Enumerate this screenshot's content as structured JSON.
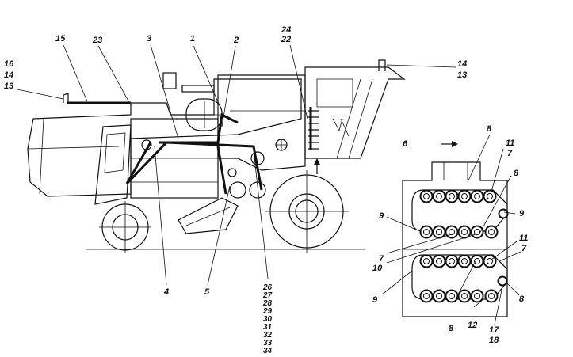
{
  "callouts": {
    "c16": "16",
    "c14a": "14",
    "c13a": "13",
    "c15": "15",
    "c23": "23",
    "c3": "3",
    "c1": "1",
    "c2": "2",
    "c24": "24",
    "c22": "22",
    "c14b": "14",
    "c13b": "13",
    "c4": "4",
    "c5": "5",
    "c26": "26",
    "c27": "27",
    "c28": "28",
    "c29": "29",
    "c30": "30",
    "c31": "31",
    "c32": "32",
    "c33": "33",
    "c34": "34"
  },
  "detail": {
    "d8a": "8",
    "d6": "6",
    "d11a": "11",
    "d7a": "7",
    "d8b": "8",
    "d9a": "9",
    "d9b": "9",
    "d7b": "7",
    "d10": "10",
    "d11b": "11",
    "d7c": "7",
    "d9c": "9",
    "d8c": "8",
    "d8d": "8",
    "d12": "12",
    "d17": "17",
    "d18": "18"
  }
}
